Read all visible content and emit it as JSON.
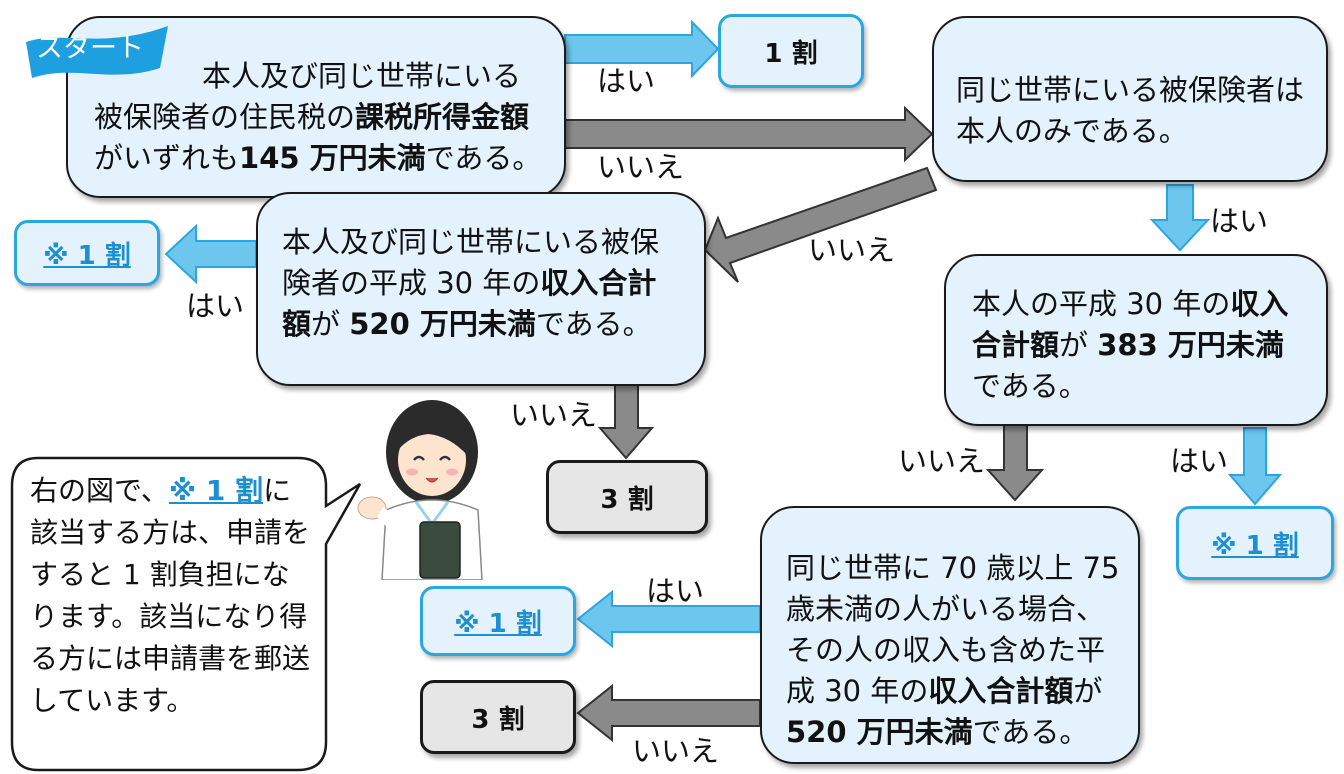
{
  "start_tag": "スタート",
  "q1": {
    "pre": "本人及び同じ世帯にいる被保険者の住民税の",
    "b1": "課税所得金額",
    "mid": "がいずれも",
    "b2": "145 万円未満",
    "post": "である。"
  },
  "q2": {
    "text": "同じ世帯にいる被保険者は本人のみである。"
  },
  "q3": {
    "pre": "本人及び同じ世帯にいる被保険者の平成 30 年の",
    "b1": "収入合計額",
    "mid": "が ",
    "b2": "520 万円未満",
    "post": "である。"
  },
  "q4": {
    "pre": "本人の平成 30 年の",
    "b1": "収入合計額",
    "mid": "が ",
    "b2": "383 万円未満",
    "post": "である。"
  },
  "q5": {
    "pre": "同じ世帯に 70 歳以上 75 歳未満の人がいる場合、その人の収入も含めた平成 30 年の",
    "b1": "収入合計額",
    "mid": "が",
    "b2": "520 万円未満",
    "post": "である。"
  },
  "results": {
    "r_top": "1 割",
    "r_left": "※ 1 割",
    "r_right": "※ 1 割",
    "r_mid_blue": "※ 1 割",
    "r_mid_gray": "3 割",
    "r_bottom_gray": "3 割"
  },
  "labels": {
    "yes": "はい",
    "no": "いいえ"
  },
  "note": {
    "pre": "右の図で、",
    "link": "※ 1 割",
    "post": "に該当する方は、申請をすると 1 割負担になります。該当になり得る方には申請書を郵送しています。"
  },
  "colors": {
    "box_fill": "#e3f2fc",
    "blue_arrow": "#6cc6ee",
    "gray_arrow": "#8a8a8a",
    "link": "#1d8fd0",
    "start_tag": "#1e9fe0"
  }
}
